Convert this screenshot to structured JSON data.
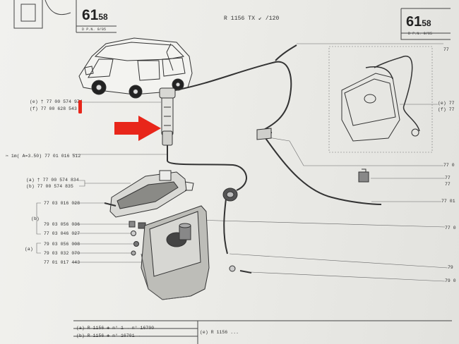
{
  "header": {
    "page_left": "61",
    "page_left_sub": "58",
    "page_left_tiny": "D   P.N.  9/05",
    "center_title": "R 1156 TX ↙ /120",
    "page_right": "61",
    "page_right_sub": "58",
    "page_right_tiny": "D   P.N. 9/05"
  },
  "left_refs": {
    "pump_a": "(e) † 77 00 574 974",
    "pump_f": "(f) 77 00 628 543",
    "hose": "✂ 1m( A=3.50) 77 01 016 512",
    "bracket_a": "(a) † 77 00 574 834",
    "bracket_b": "(b) 77 00 574 835",
    "bolt": "77 03 016 028",
    "b_label": "(b)",
    "washer": "79 03 056 036",
    "clip": "77 03 046 027",
    "a_label": "(a)",
    "nut_a": "79 03 056 008",
    "nut_b": "79 03 032 070",
    "reservoir": "77 01 017 443"
  },
  "right_refs": {
    "r1": "77",
    "r2a": "(e) 77",
    "r2b": "(f) 77",
    "r3": "77 0",
    "r4a": "77",
    "r4b": "77",
    "r5": "77 01",
    "r6": "77 0",
    "r7": "79",
    "r8": "79 0"
  },
  "footer": {
    "row1": "(a)   R 1156  ✤  n° 1 → n° 16700",
    "row2": "(b)   R 1156  ✤  n° 16701 →",
    "row3": "(e)   R 1156 ..."
  },
  "annotation": {
    "color": "#e8261a"
  }
}
